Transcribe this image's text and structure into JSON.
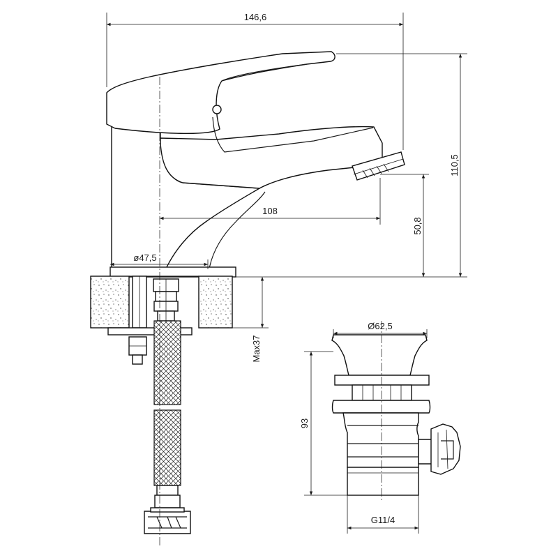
{
  "dimensions": {
    "overall_width": "146,6",
    "overall_height": "110,5",
    "spout_reach": "108",
    "spout_height": "50,8",
    "base_diameter": "ø47,5",
    "max_counter_thickness": "Max37",
    "drain_diameter": "Ø62,5",
    "drain_height": "93",
    "drain_thread": "G11/4"
  }
}
